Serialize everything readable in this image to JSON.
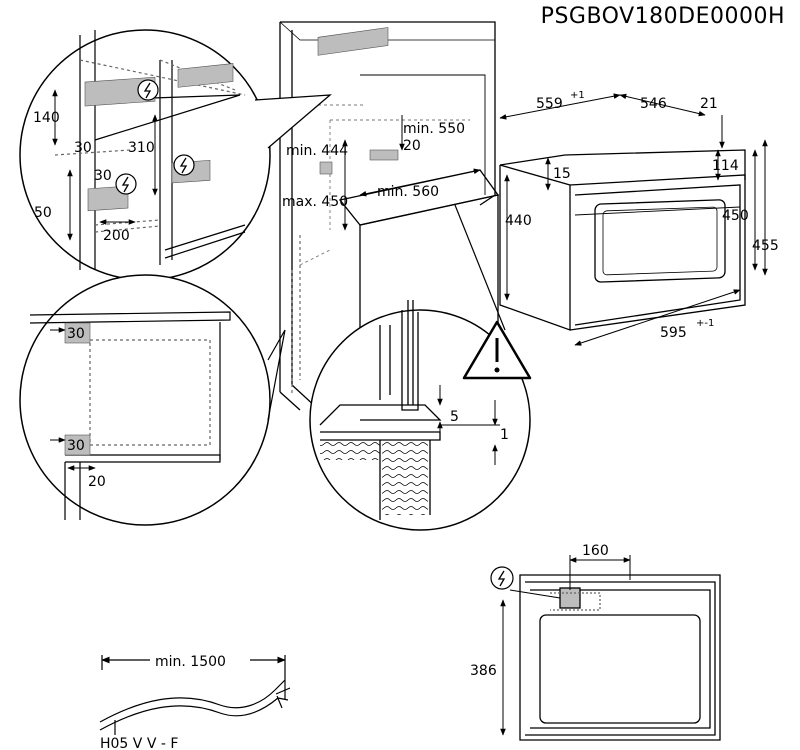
{
  "model": "PSGBOV180DE0000H",
  "detail_left_top": {
    "dims": [
      "140",
      "30",
      "310",
      "30",
      "50",
      "200"
    ]
  },
  "cabinet": {
    "dims": [
      "min. 550",
      "20",
      "min. 444",
      "max. 450",
      "min. 560"
    ]
  },
  "oven": {
    "dims": [
      "559",
      "+1",
      "546",
      "21",
      "15",
      "114",
      "440",
      "450",
      "455",
      "595",
      "+-1"
    ]
  },
  "detail_left_bottom": {
    "dims": [
      "30",
      "30",
      "20"
    ]
  },
  "detail_edge": {
    "dims": [
      "5",
      "1"
    ]
  },
  "cable": {
    "length": "min. 1500",
    "type": "H05 V V - F"
  },
  "rear_view": {
    "dims": [
      "160",
      "386"
    ]
  },
  "icons": [
    "electric-hazard-icon",
    "warning-triangle-icon"
  ],
  "colors": {
    "line": "#000000",
    "shade": "#bdbdbd",
    "dashed": "#666666"
  }
}
